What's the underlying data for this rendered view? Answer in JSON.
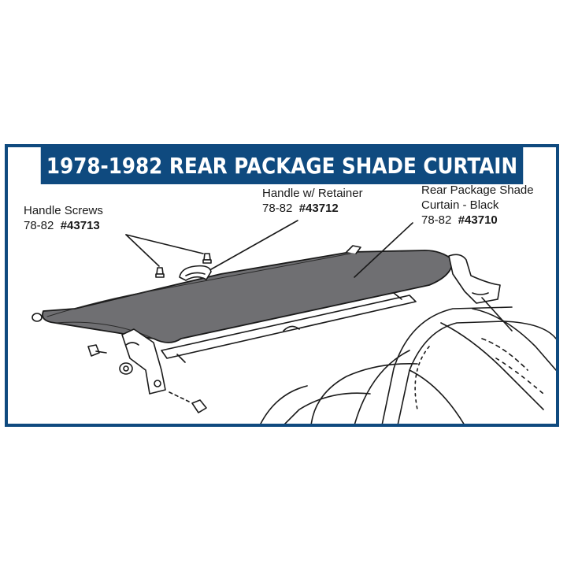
{
  "title": "1978-1982 REAR PACKAGE SHADE CURTAIN",
  "colors": {
    "brand_blue": "#0f4a7f",
    "curtain_gray": "#6f6f72",
    "line": "#1a1a1a"
  },
  "callouts": {
    "handle_screws": {
      "name": "Handle Screws",
      "years": "78-82",
      "part": "#43713"
    },
    "handle_retainer": {
      "name": "Handle w/ Retainer",
      "years": "78-82",
      "part": "#43712"
    },
    "shade_curtain": {
      "line1": "Rear Package Shade",
      "line2": "Curtain - Black",
      "years": "78-82",
      "part": "#43710"
    }
  }
}
